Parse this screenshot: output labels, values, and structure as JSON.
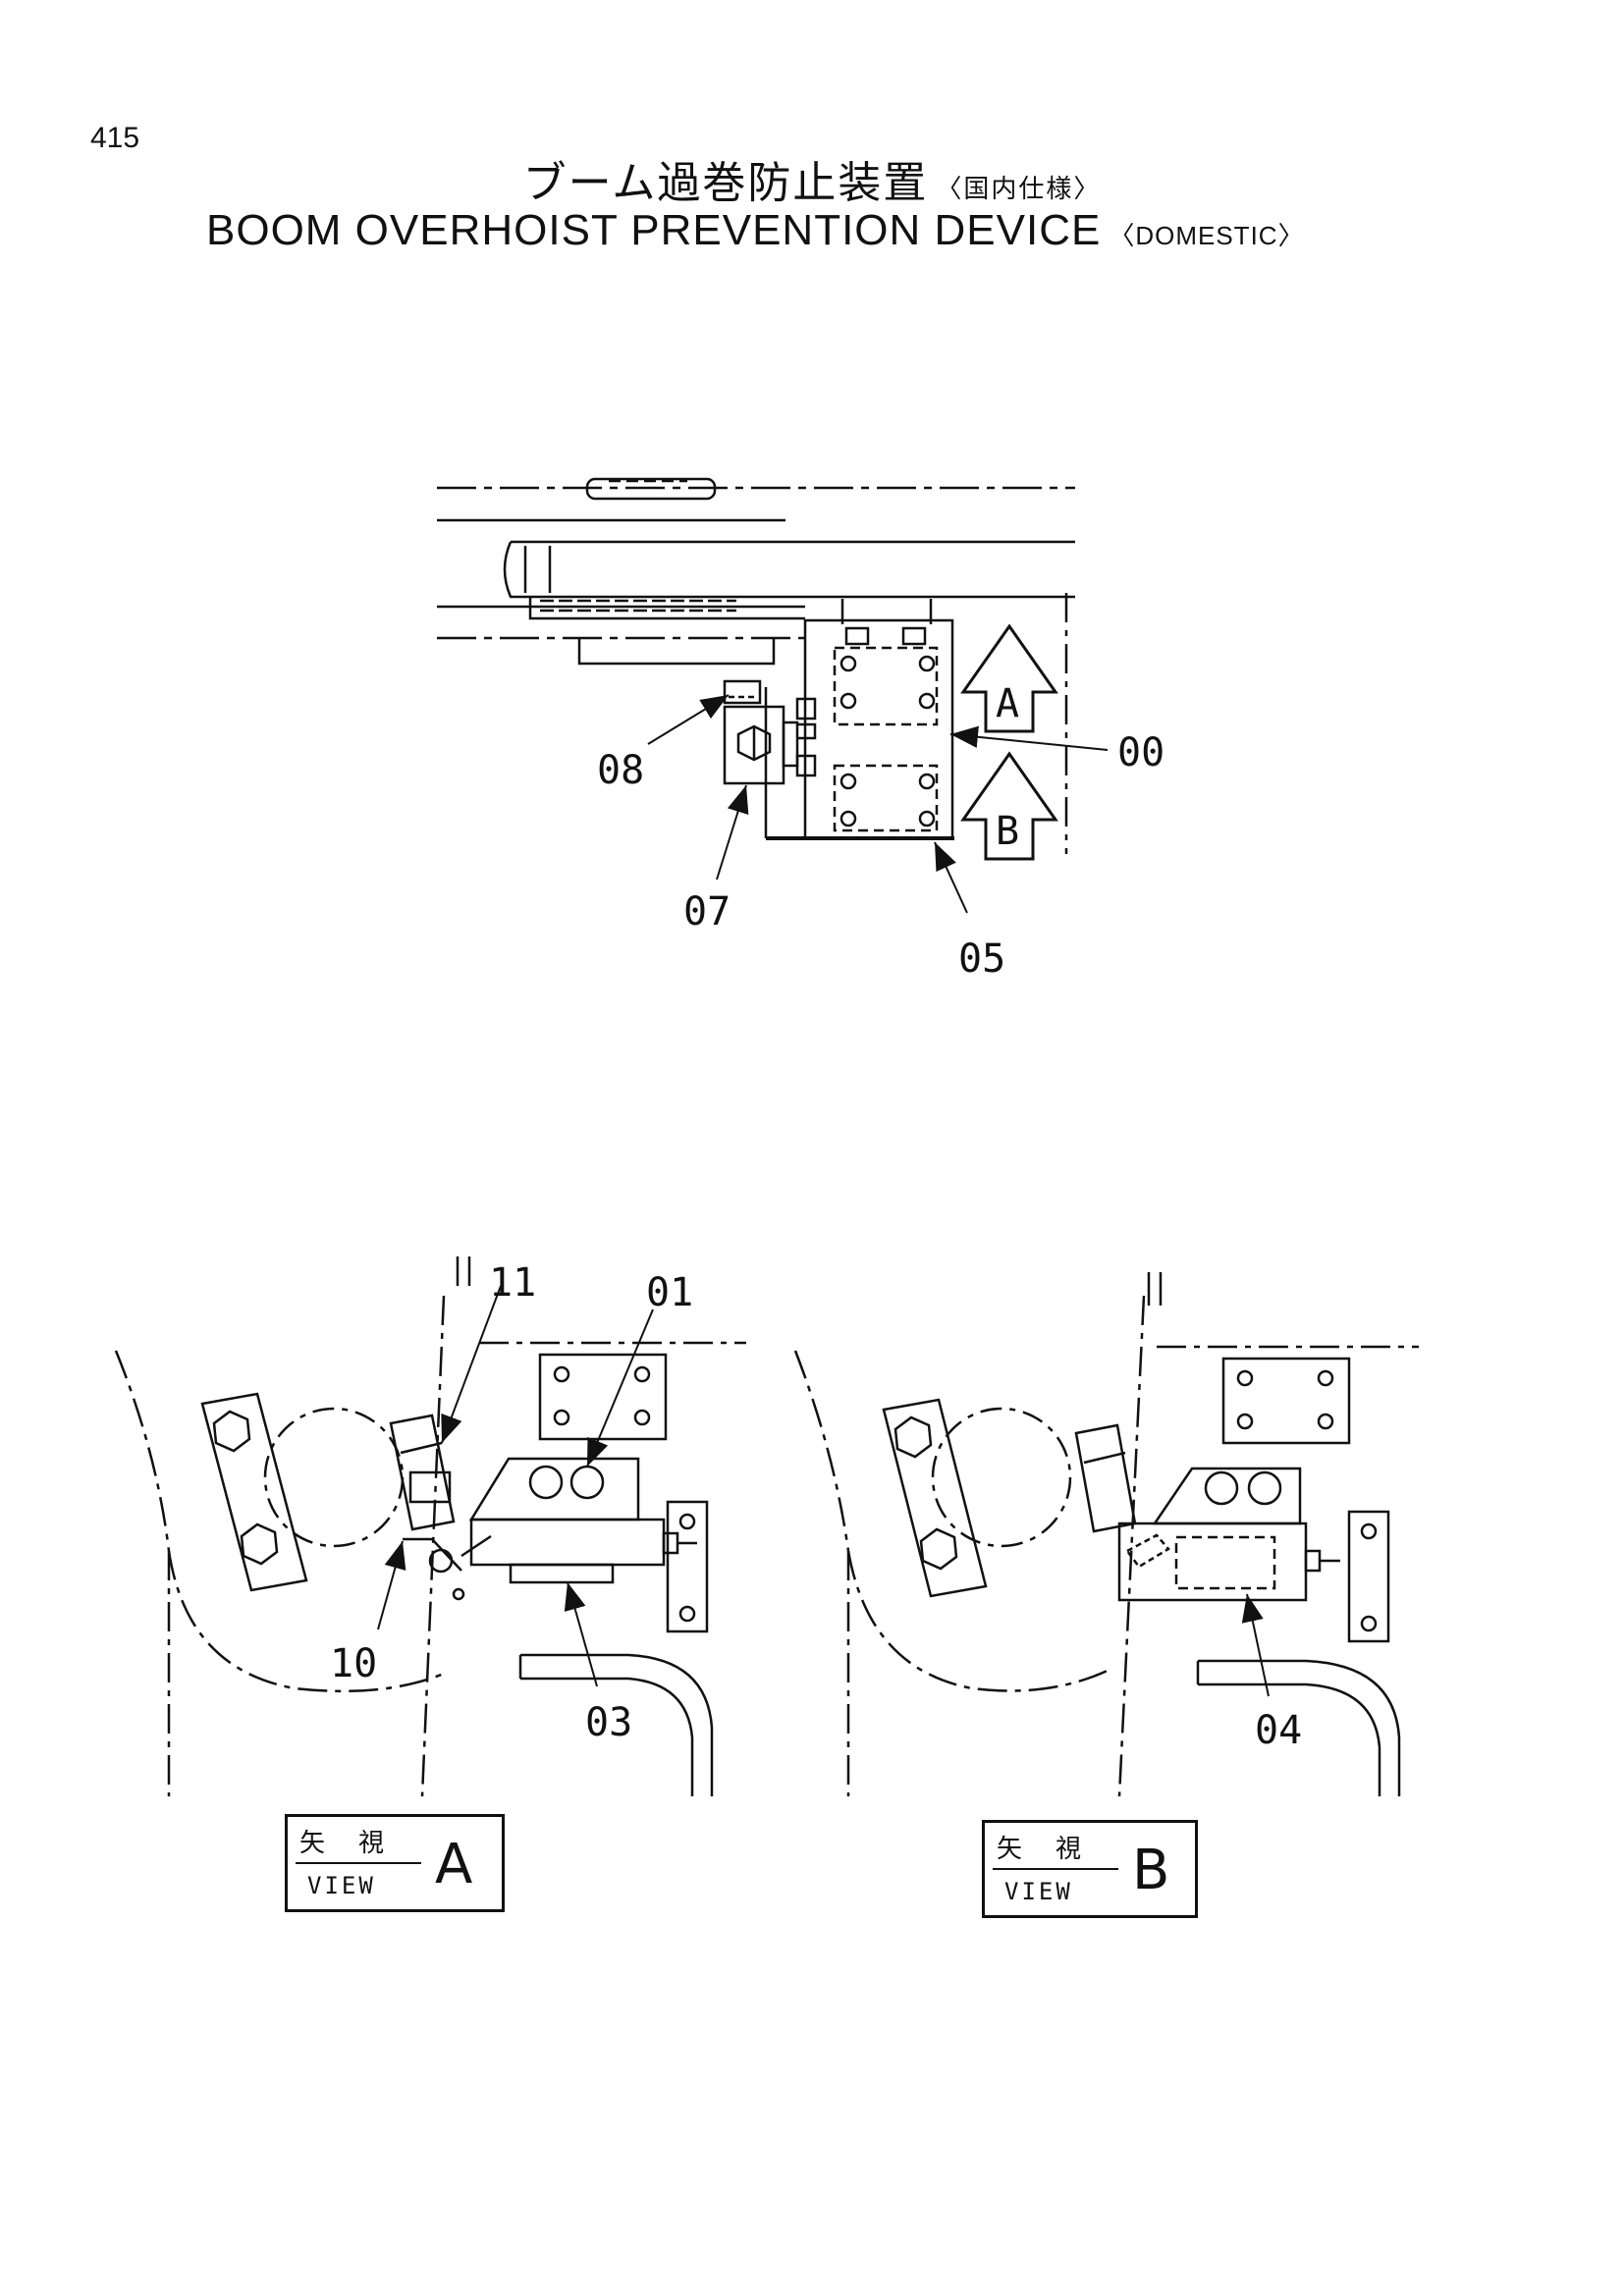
{
  "header": {
    "page_number": "415",
    "title_jp": "ブーム過巻防止装置",
    "title_jp_spec": "〈国内仕様〉",
    "title_en": "BOOM OVERHOIST PREVENTION DEVICE",
    "title_en_spec": "〈DOMESTIC〉"
  },
  "callouts": {
    "c00": "00",
    "c05": "05",
    "c07": "07",
    "c08": "08",
    "c01": "01",
    "c11": "11",
    "c10": "10",
    "c03": "03",
    "c04": "04"
  },
  "arrows": {
    "a": "A",
    "b": "B"
  },
  "view_labels": {
    "a": {
      "jp": "矢視",
      "en": "VIEW",
      "letter": "A"
    },
    "b": {
      "jp": "矢視",
      "en": "VIEW",
      "letter": "B"
    }
  }
}
